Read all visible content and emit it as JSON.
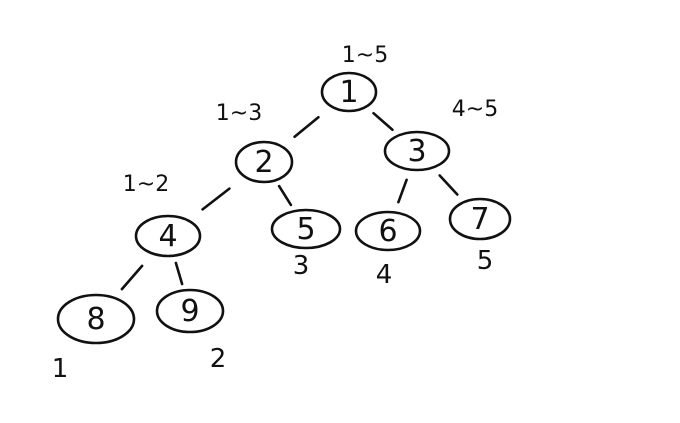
{
  "tree": {
    "nodes": [
      {
        "id": "1",
        "label": "1",
        "range": "1~5"
      },
      {
        "id": "2",
        "label": "2",
        "range": "1~3"
      },
      {
        "id": "3",
        "label": "3",
        "range": "4~5"
      },
      {
        "id": "4",
        "label": "4",
        "range": "1~2"
      },
      {
        "id": "5",
        "label": "5",
        "leaf_value": "3"
      },
      {
        "id": "6",
        "label": "6",
        "leaf_value": "4"
      },
      {
        "id": "7",
        "label": "7",
        "leaf_value": "5"
      },
      {
        "id": "8",
        "label": "8",
        "leaf_value": "1"
      },
      {
        "id": "9",
        "label": "9",
        "leaf_value": "2"
      }
    ],
    "edges": [
      {
        "from": "1",
        "to": "2"
      },
      {
        "from": "1",
        "to": "3"
      },
      {
        "from": "2",
        "to": "4"
      },
      {
        "from": "2",
        "to": "5"
      },
      {
        "from": "3",
        "to": "6"
      },
      {
        "from": "3",
        "to": "7"
      },
      {
        "from": "4",
        "to": "8"
      },
      {
        "from": "4",
        "to": "9"
      }
    ]
  }
}
